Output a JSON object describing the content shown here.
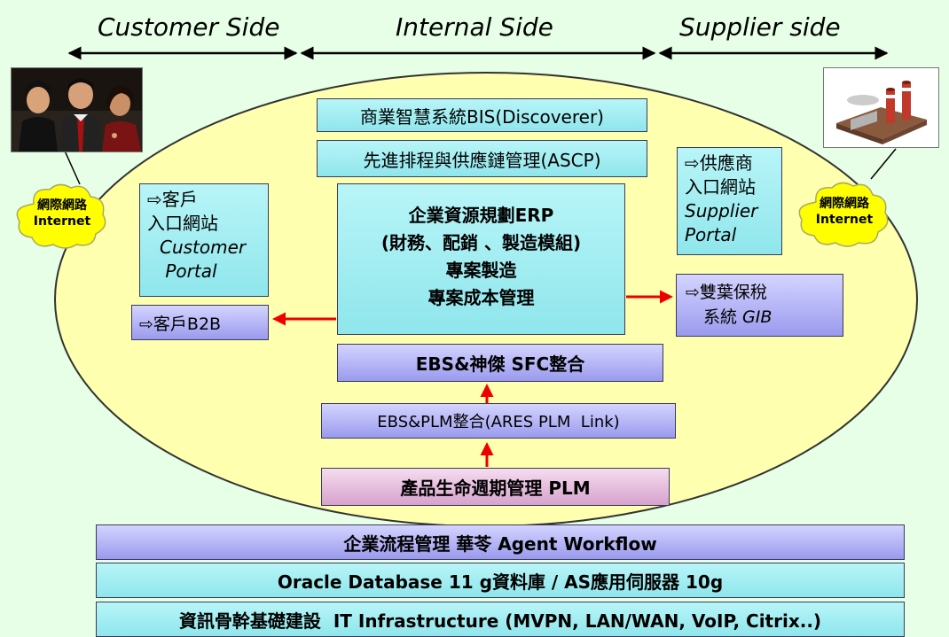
{
  "headers": {
    "customer": "Customer Side",
    "internal": "Internal Side",
    "supplier": "Supplier side"
  },
  "clouds": {
    "left": {
      "line1": "網際網路",
      "line2": "Internet"
    },
    "right": {
      "line1": "網際網路",
      "line2": "Internet"
    }
  },
  "boxes": {
    "bis": "商業智慧系統BIS(Discoverer)",
    "ascp": "先進排程與供應鏈管理(ASCP)",
    "erp": [
      "企業資源規劃ERP",
      "(財務、配銷 、製造模組)",
      "專案製造",
      "專案成本管理"
    ],
    "customer_portal": {
      "line1": "⇨客戶",
      "line2": "入口網站",
      "line3": "Customer",
      "line4": " Portal"
    },
    "customer_b2b": "⇨客戶B2B",
    "supplier_portal": {
      "line1": "⇨供應商",
      "line2": "入口網站",
      "line3": "Supplier",
      "line4": "Portal"
    },
    "gib": {
      "line1": "⇨雙葉保稅",
      "line2a": "系統 ",
      "line2b": "GIB"
    },
    "sfc": "EBS&神傑 SFC整合",
    "plm_link": "EBS&PLM整合(ARES PLM  Link)",
    "plm": "產品生命週期管理 PLM"
  },
  "infrastructure": {
    "workflow": "企業流程管理 華苓 Agent Workflow",
    "database": "Oracle Database 11 g資料庫 / AS應用伺服器 10g",
    "it": "資訊骨幹基礎建設  IT Infrastructure (MVPN, LAN/WAN, VoIP, Citrix..)"
  },
  "colors": {
    "background": "#e6ffe6",
    "ellipse_fill": "#ffffb0",
    "cyan_box": "#99e9ef",
    "blue_box": "#a4a4f0",
    "pink_box": "#d8a6ce",
    "arrow_red": "#ee0000"
  },
  "icons": {
    "customer_photo": "business-people-photo",
    "supplier_photo": "factory-icon"
  }
}
